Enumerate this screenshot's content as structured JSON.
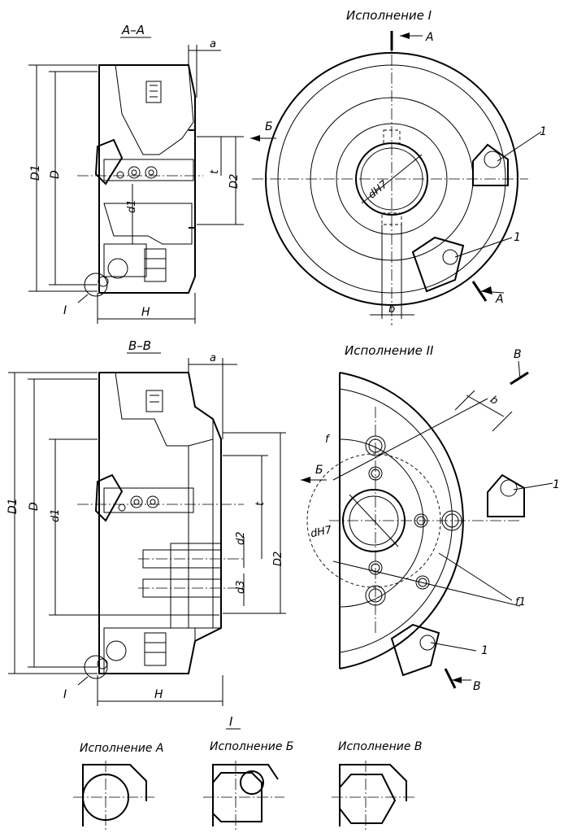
{
  "views": {
    "section_aa": "A–A",
    "section_bb": "B–B",
    "variant_1": "Исполнение I",
    "variant_2": "Исполнение II",
    "detail": "I"
  },
  "markers": {
    "cut_a": "A",
    "cut_b_cyr": "Б",
    "cut_v": "B"
  },
  "dims": {
    "a": "a",
    "b": "b",
    "t": "t",
    "H": "H",
    "D": "D",
    "D1": "D1",
    "D2": "D2",
    "d1": "d1",
    "d2": "d2",
    "d3": "d3",
    "dH7": "dH7",
    "f": "f",
    "f1": "f1",
    "callout_1": "1"
  },
  "detail_variants": {
    "a": "Исполнение А",
    "b": "Исполнение Б",
    "v": "Исполнение В"
  }
}
